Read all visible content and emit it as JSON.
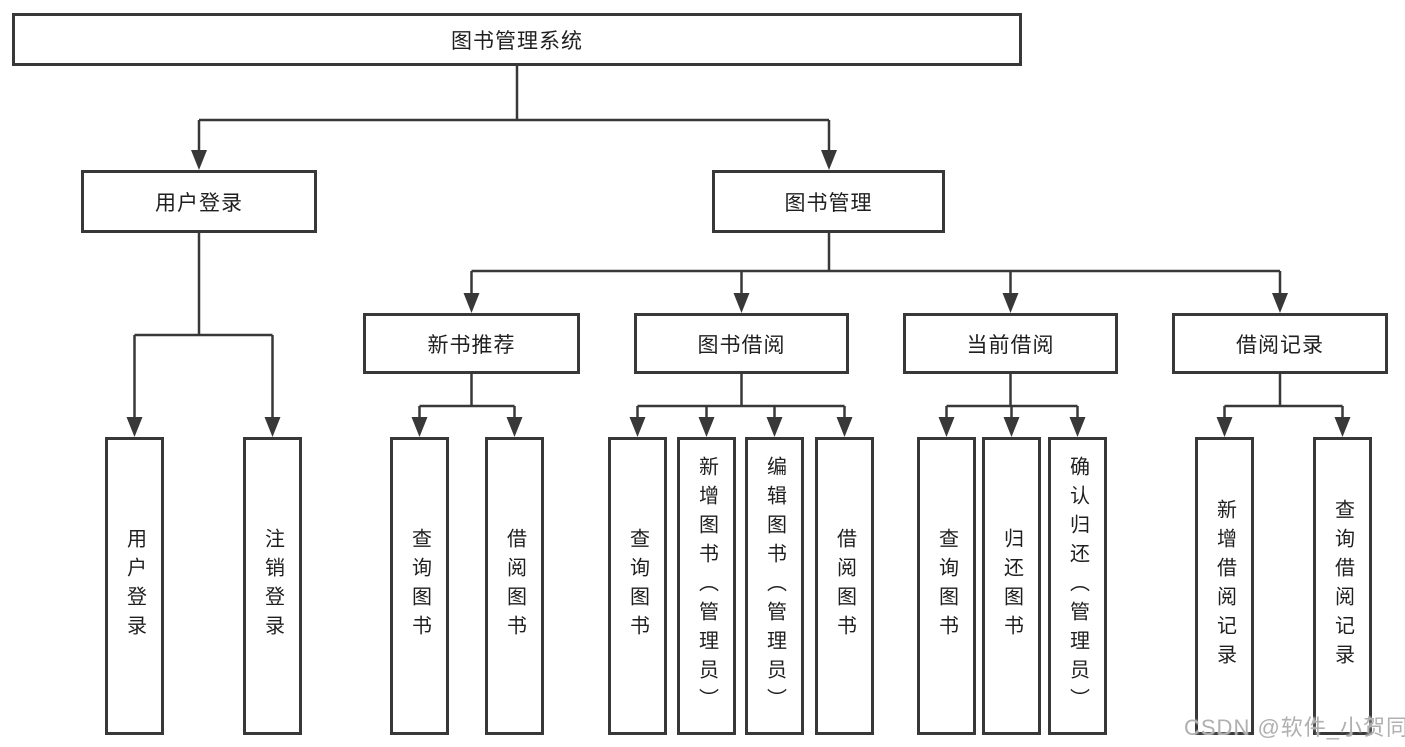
{
  "root": {
    "label": "图书管理系统"
  },
  "branches": {
    "user_login": {
      "label": "用户登录",
      "children": [
        "用户登录",
        "注销登录"
      ]
    },
    "book_mgmt": {
      "label": "图书管理",
      "sections": [
        {
          "label": "新书推荐",
          "children": [
            "查询图书",
            "借阅图书"
          ]
        },
        {
          "label": "图书借阅",
          "children": [
            "查询图书",
            "新增图书（管理员）",
            "编辑图书（管理员）",
            "借阅图书"
          ]
        },
        {
          "label": "当前借阅",
          "children": [
            "查询图书",
            "归还图书",
            "确认归还（管理员）"
          ]
        },
        {
          "label": "借阅记录",
          "children": [
            "新增借阅记录",
            "查询借阅记录"
          ]
        }
      ]
    }
  },
  "watermark": "CSDN @软件_小贺同学",
  "colors": {
    "line": "#383838",
    "box_border": "#383838",
    "box_fill": "#ffffff",
    "text": "#1f1f1f",
    "watermark": "#b0b0b0",
    "background": "#ffffff"
  }
}
